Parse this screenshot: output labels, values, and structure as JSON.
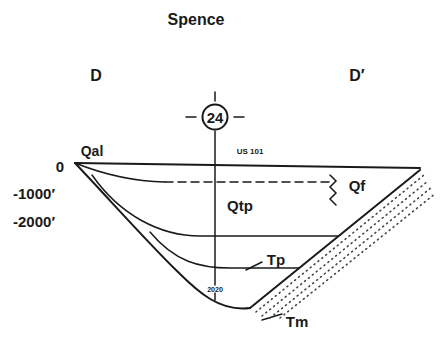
{
  "diagram": {
    "title": "Spence",
    "nodes": [
      {
        "text": [
          "24"
        ]
      }
    ],
    "labels": [
      "D",
      "D′",
      "0",
      "-1000′",
      "-2000′",
      "Qal",
      "US 101",
      "Qtp",
      "Qf",
      "Tp",
      "Tm",
      "2020"
    ]
  }
}
